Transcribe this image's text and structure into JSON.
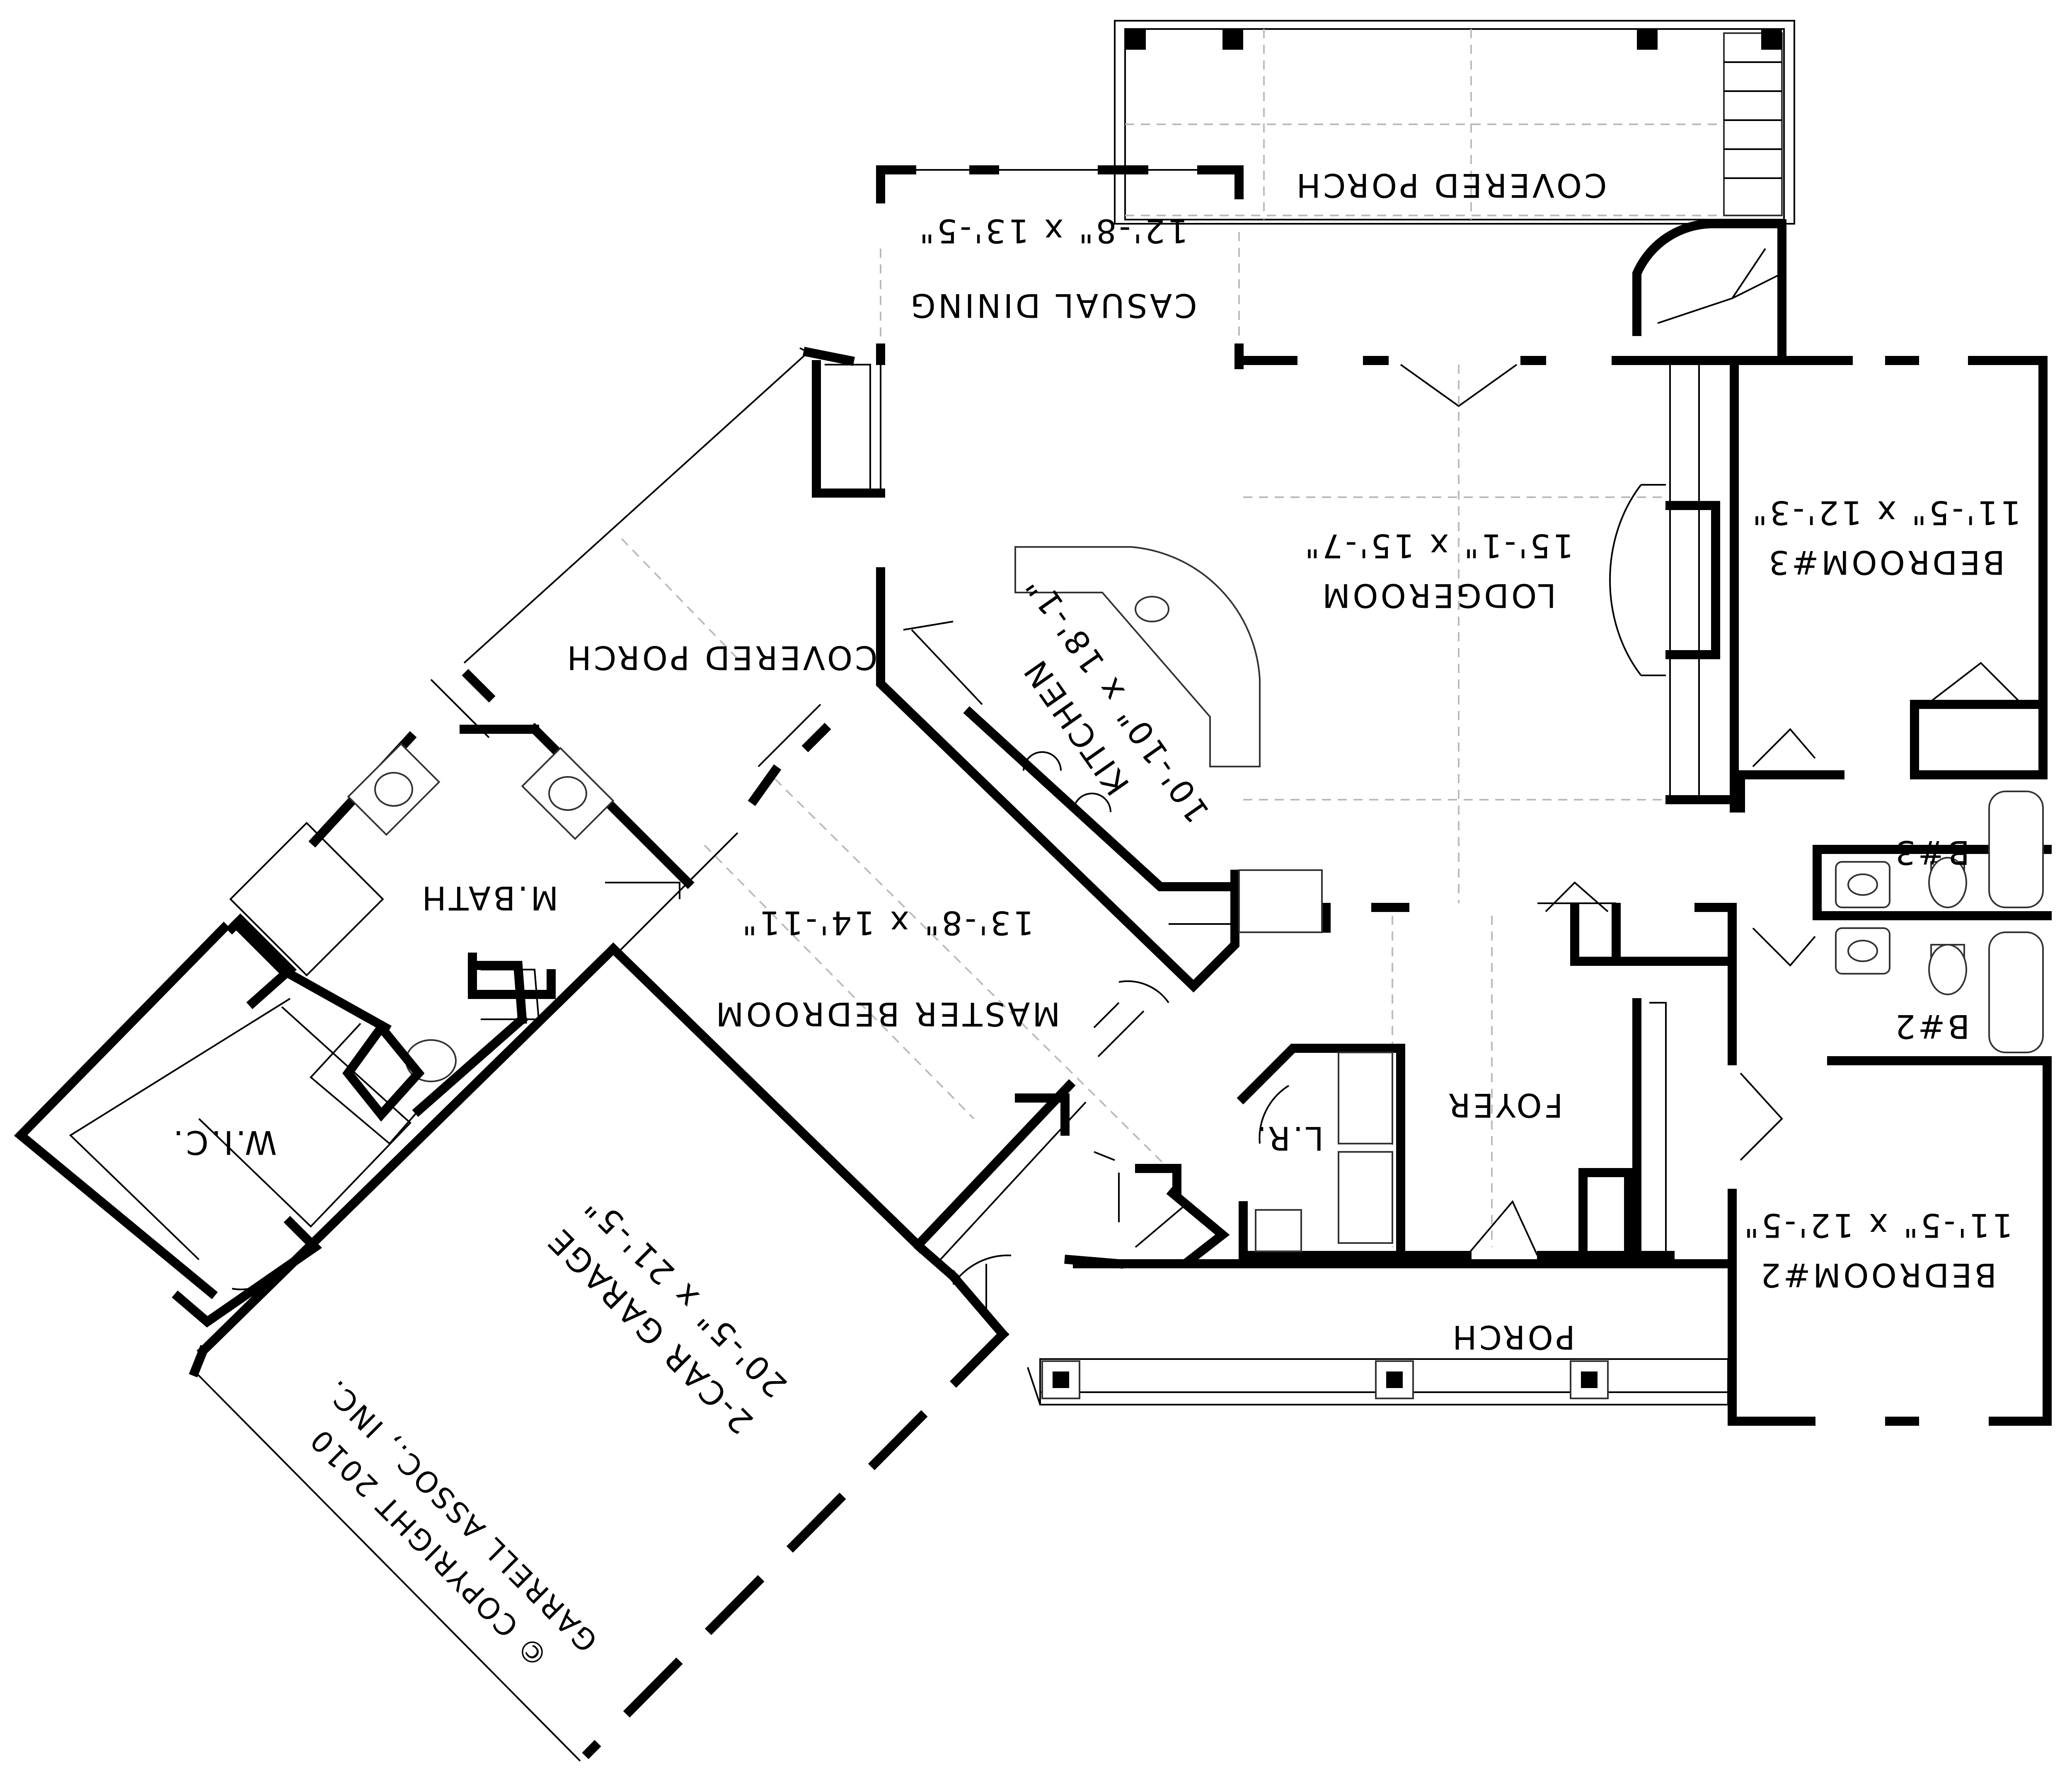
{
  "rooms": {
    "covered_porch_top": {
      "name": "COVERED PORCH"
    },
    "casual_dining": {
      "name": "CASUAL DINING",
      "size": "12'-8\" x 13'-5\""
    },
    "lodgeroom": {
      "name": "LODGEROOM",
      "size": "15'-1\" x 15'-7\""
    },
    "bedroom3": {
      "name": "BEDROOM#3",
      "size": "11'-5\" x 12'-3\""
    },
    "covered_porch_side": {
      "name": "COVERED PORCH"
    },
    "kitchen": {
      "name": "KITCHEN",
      "size": "10'-10\" x 18'-1\""
    },
    "bath3": {
      "name": "B#3"
    },
    "bath2": {
      "name": "B#2"
    },
    "mbath": {
      "name": "M.BATH"
    },
    "master_bedroom": {
      "name": "MASTER BEDROOM",
      "size": "13'-8\" x 14'-11\""
    },
    "foyer": {
      "name": "FOYER"
    },
    "laundry": {
      "name": "L.R."
    },
    "wic": {
      "name": "W.I.C."
    },
    "garage": {
      "name": "2-CAR GARAGE",
      "size": "20'-5\" x 21'-5\""
    },
    "bedroom2": {
      "name": "BEDROOM#2",
      "size": "11'-5\" x 12'-5\""
    },
    "porch_front": {
      "name": "PORCH"
    }
  },
  "copyright": {
    "line1": "© COPYRIGHT 2010",
    "line2": "GARRELL ASSOC., INC."
  }
}
